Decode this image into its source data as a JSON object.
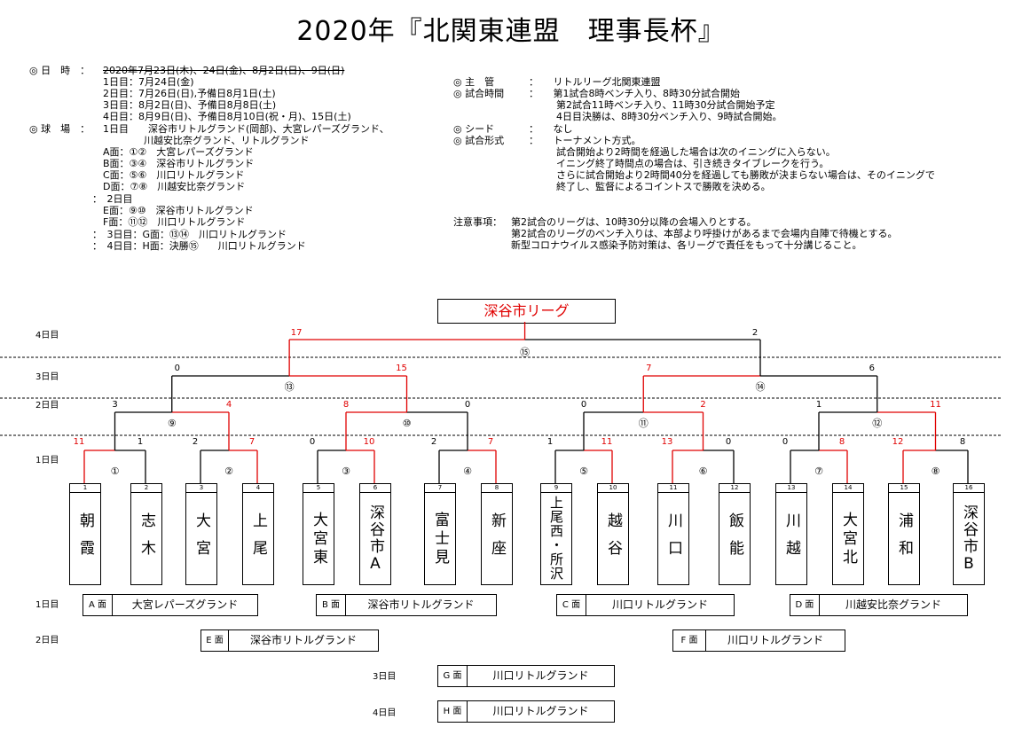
{
  "title": "2020年『北関東連盟　理事長杯』",
  "info_left": {
    "date_label": "◎ 日　時　：",
    "date_struck": "2020年7月23日(木)、24日(金)、8月2日(日)、9日(日)",
    "date_lines": [
      "1日目：7月24日(金)",
      "2日目：7月26日(日),予備日8月1日(土)",
      "3日目：8月2日(日)、予備日8月8日(土)",
      "4日目：8月9日(日)、予備日8月10日(祝・月)、15日(土)"
    ],
    "venue_label": "◎ 球　場　：",
    "venue_day1_head": "1日目　　深谷市リトルグランド(岡部)、大宮レパーズグランド、",
    "venue_day1_cont": "川越安比奈グランド、リトルグランド",
    "venue_day1_fields": [
      "A面：①②　大宮レパーズグランド",
      "B面：③④　深谷市リトルグランド",
      "C面：⑤⑥　川口リトルグランド",
      "D面：⑦⑧　川越安比奈グランド"
    ],
    "venue_day2_head": "：　2日目",
    "venue_day2_fields": [
      "E面：⑨⑩　深谷市リトルグランド",
      "F面：⑪⑫　川口リトルグランド"
    ],
    "venue_day3": "：　3日目：G面：⑬⑭　川口リトルグランド",
    "venue_day4": "：　4日目：H面：決勝⑮　　川口リトルグランド"
  },
  "info_right": {
    "host_label": "◎ 主　管",
    "host_value": "：　　リトルリーグ北関東連盟",
    "time_label": "◎ 試合時間",
    "time_lines": [
      "：　　第1試合8時ベンチ入り、8時30分試合開始",
      "第2試合11時ベンチ入り、11時30分試合開始予定",
      "4日目決勝は、8時30分ベンチ入り、9時試合開始。"
    ],
    "seed_label": "◎ シード",
    "seed_value": "：　　なし",
    "format_label": "◎ 試合形式",
    "format_lines": [
      "：　　トーナメント方式。",
      "試合開始より2時間を経過した場合は次のイニングに入らない。",
      "イニング終了時間点の場合は、引き続きタイブレークを行う。",
      "さらに試合開始より2時間40分を経過しても勝敗が決まらない場合は、そのイニングで",
      "終了し、監督によるコイントスで勝敗を決める。"
    ],
    "notes_label": "注意事項：",
    "notes_lines": [
      "第2試合のリーグは、10時30分以降の会場入りとする。",
      "第2試合のリーグのベンチ入りは、本部より呼掛けがあるまで会場内自陣で待機とする。",
      "新型コロナウイルス感染予防対策は、各リーグで責任をもって十分講じること。"
    ]
  },
  "bracket": {
    "champion": "深谷市リーグ",
    "day_labels": {
      "day4": "4日目",
      "day3": "3日目",
      "day2": "2日目",
      "day1": "1日目"
    },
    "teams": [
      {
        "num": "1",
        "name": "朝霞"
      },
      {
        "num": "2",
        "name": "志木"
      },
      {
        "num": "3",
        "name": "大宮"
      },
      {
        "num": "4",
        "name": "上尾"
      },
      {
        "num": "5",
        "name": "大宮東"
      },
      {
        "num": "6",
        "name": "深谷市A"
      },
      {
        "num": "7",
        "name": "富士見"
      },
      {
        "num": "8",
        "name": "新座"
      },
      {
        "num": "9",
        "name": "上尾西・所沢"
      },
      {
        "num": "10",
        "name": "越谷"
      },
      {
        "num": "11",
        "name": "川口"
      },
      {
        "num": "12",
        "name": "飯能"
      },
      {
        "num": "13",
        "name": "川越"
      },
      {
        "num": "14",
        "name": "大宮北"
      },
      {
        "num": "15",
        "name": "浦和"
      },
      {
        "num": "16",
        "name": "深谷市B"
      }
    ],
    "game_numbers": [
      "①",
      "②",
      "③",
      "④",
      "⑤",
      "⑥",
      "⑦",
      "⑧",
      "⑨",
      "⑩",
      "⑪",
      "⑫",
      "⑬",
      "⑭",
      "⑮"
    ],
    "scores_r1": [
      "11",
      "1",
      "2",
      "7",
      "0",
      "10",
      "2",
      "7",
      "1",
      "11",
      "13",
      "0",
      "0",
      "8",
      "12",
      "8"
    ],
    "scores_r2": [
      "3",
      "4",
      "8",
      "0",
      "0",
      "2",
      "1",
      "11"
    ],
    "scores_r3": [
      "0",
      "15",
      "7",
      "6"
    ],
    "scores_final": [
      "17",
      "2"
    ],
    "colors": {
      "winner": "#e00000",
      "line": "#000000"
    }
  },
  "venues": [
    {
      "day": "1日目",
      "code": "A 面",
      "name": "大宮レパーズグランド"
    },
    {
      "code": "B 面",
      "name": "深谷市リトルグランド"
    },
    {
      "code": "C 面",
      "name": "川口リトルグランド"
    },
    {
      "code": "D 面",
      "name": "川越安比奈グランド"
    },
    {
      "day": "2日目",
      "code": "E 面",
      "name": "深谷市リトルグランド"
    },
    {
      "code": "F 面",
      "name": "川口リトルグランド"
    },
    {
      "day": "3日目",
      "code": "G 面",
      "name": "川口リトルグランド"
    },
    {
      "day": "4日目",
      "code": "H 面",
      "name": "川口リトルグランド"
    }
  ]
}
